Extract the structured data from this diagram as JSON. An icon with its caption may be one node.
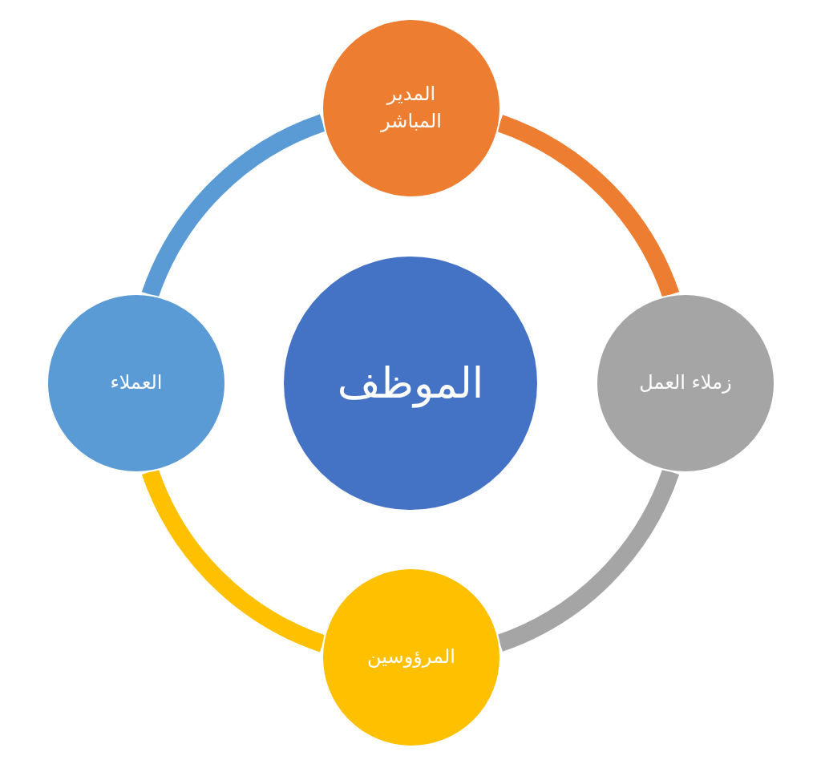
{
  "diagram": {
    "nodes": [
      {
        "text": [
          "الموظف"
        ]
      },
      {
        "text": [
          "المدير المباشر"
        ]
      },
      {
        "text": [
          "زملاء العمل"
        ]
      },
      {
        "text": [
          "المرؤوسين"
        ]
      },
      {
        "text": [
          "العملاء"
        ]
      }
    ],
    "edges": [
      {
        "from": 1,
        "to": 2,
        "arrow": "none",
        "color": "#ed7d31"
      },
      {
        "from": 2,
        "to": 3,
        "arrow": "none",
        "color": "#a5a5a5"
      },
      {
        "from": 3,
        "to": 4,
        "arrow": "none",
        "color": "#ffc000"
      },
      {
        "from": 4,
        "to": 1,
        "arrow": "none",
        "color": "#5b9bd5"
      }
    ]
  }
}
